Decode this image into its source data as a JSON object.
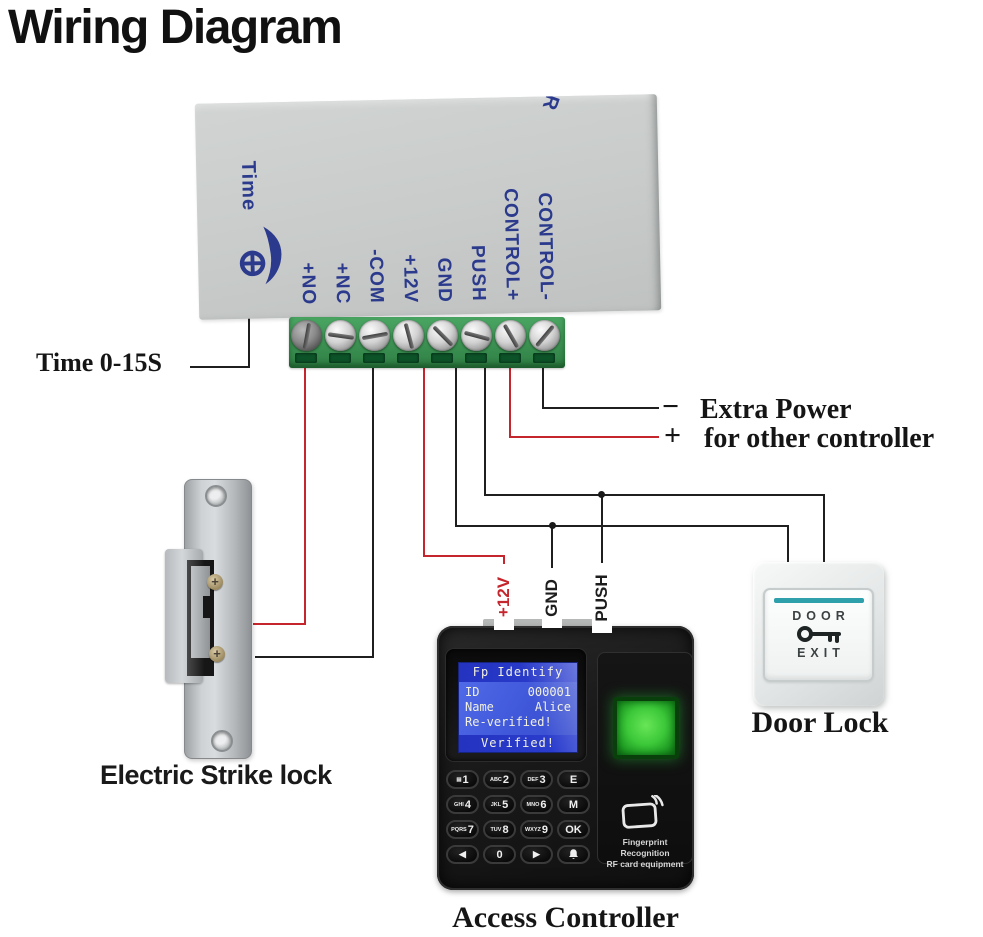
{
  "title": "Wiring Diagram",
  "power_supply": {
    "time_label": "Time",
    "corner_glyph": "R",
    "terminals": [
      {
        "label": "+NO",
        "wire": "red"
      },
      {
        "label": "+NC",
        "wire": "none"
      },
      {
        "label": "-COM",
        "wire": "black"
      },
      {
        "label": "+12V",
        "wire": "red"
      },
      {
        "label": "GND",
        "wire": "black"
      },
      {
        "label": "PUSH",
        "wire": "black"
      },
      {
        "label": "CONTROL+",
        "wire": "red"
      },
      {
        "label": "CONTROL-",
        "wire": "black"
      }
    ]
  },
  "annotations": {
    "timer": "Time  0-15S",
    "extra_power_minus": "−",
    "extra_power_plus": "+",
    "extra_power_line1": "Extra Power",
    "extra_power_line2": "for other controller",
    "wire_labels": {
      "v12": "+12V",
      "gnd": "GND",
      "push": "PUSH"
    }
  },
  "strike_lock": {
    "label": "Electric Strike lock"
  },
  "door_lock": {
    "label": "Door Lock",
    "button_line1": "DOOR",
    "button_line2": "EXIT"
  },
  "access_controller": {
    "label": "Access Controller",
    "screen": {
      "title": "Fp Identify",
      "id_label": "ID",
      "id_value": "000001",
      "name_label": "Name",
      "name_value": "Alice",
      "status1": "Re-verified!",
      "status2": "Verified!"
    },
    "panel_text1": "Fingerprint Recognition",
    "panel_text2": "RF card equipment",
    "keypad": [
      [
        {
          "prefix": "▤",
          "main": "1"
        },
        {
          "prefix": "ABC",
          "main": "2"
        },
        {
          "prefix": "DEF",
          "main": "3"
        },
        {
          "prefix": "",
          "main": "E"
        }
      ],
      [
        {
          "prefix": "GHI",
          "main": "4"
        },
        {
          "prefix": "JKL",
          "main": "5"
        },
        {
          "prefix": "MNO",
          "main": "6"
        },
        {
          "prefix": "",
          "main": "M"
        }
      ],
      [
        {
          "prefix": "PQRS",
          "main": "7"
        },
        {
          "prefix": "TUV",
          "main": "8"
        },
        {
          "prefix": "WXYZ",
          "main": "9"
        },
        {
          "prefix": "",
          "main": "OK"
        }
      ],
      [
        {
          "prefix": "",
          "main": "◀"
        },
        {
          "prefix": "",
          "main": "0"
        },
        {
          "prefix": "",
          "main": "▶"
        },
        {
          "prefix": "",
          "main": "",
          "icon": "bell"
        }
      ]
    ]
  },
  "colors": {
    "wire_red": "#c5252c",
    "wire_black": "#1f1f1f",
    "psu_label_blue": "#2b3a8c",
    "terminal_green": "#3f9e5f",
    "lcd_blue": "#4a63e4",
    "lcd_band_blue": "#2433c0",
    "sensor_green": "#3dc93a",
    "door_stripe_teal": "#2da0ab"
  }
}
